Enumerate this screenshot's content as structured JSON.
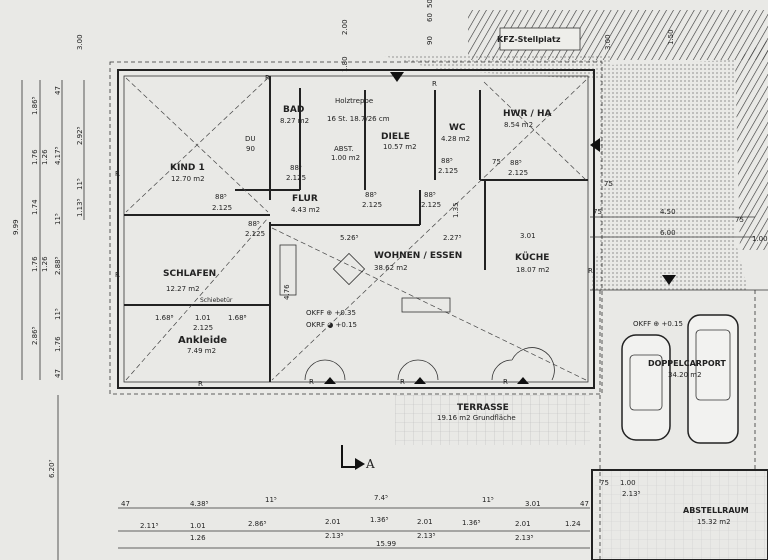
{
  "rooms": {
    "kind1": {
      "name": "KIND 1",
      "area": "12.70 m2"
    },
    "bad": {
      "name": "BAD",
      "area": "8.27 m2"
    },
    "du": {
      "name": "DU",
      "size": "90"
    },
    "treppe": {
      "name": "Holztreppe",
      "spec": "16 St. 18.7/26 cm"
    },
    "abst": {
      "name": "ABST.",
      "area": "1.00 m2"
    },
    "diele": {
      "name": "DIELE",
      "area": "10.57 m2"
    },
    "wc": {
      "name": "WC",
      "area": "4.28 m2"
    },
    "hwr": {
      "name": "HWR / HA",
      "area": "8.54 m2"
    },
    "flur": {
      "name": "FLUR",
      "area": "4.43 m2"
    },
    "schlafen": {
      "name": "SCHLAFEN",
      "area": "12.27 m2"
    },
    "wohnen": {
      "name": "WOHNEN / ESSEN",
      "area": "38.62 m2"
    },
    "kueche": {
      "name": "KÜCHE",
      "area": "18.07 m2"
    },
    "ankleide": {
      "name": "Ankleide",
      "area": "7.49 m2",
      "note": "Schiebetür"
    },
    "terrasse": {
      "name": "TERRASSE",
      "area": "19.16 m2 Grundfläche"
    },
    "carport": {
      "name": "DOPPELCARPORT",
      "area": "34.20 m2"
    },
    "abstellraum": {
      "name": "ABSTELLRAUM",
      "area": "15.32 m2"
    },
    "kfz": {
      "name": "KFZ-Stellplatz"
    }
  },
  "levels": {
    "okff": "OKFF ⊕ +0.35",
    "okrf": "OKRF ◕ +0.15",
    "carport_okff": "OKFF ⊕ +0.15"
  },
  "section_marker": "A",
  "radiator": "R",
  "doors": {
    "width": "88⁵",
    "height": "2.125",
    "carport_door_w": "1.00",
    "carport_door_h": "2.13⁵"
  },
  "dimensions": {
    "bottom_row1": [
      "47",
      "4.38⁵",
      "11⁵",
      "7.4⁵",
      "11⁵",
      "3.01",
      "47"
    ],
    "bottom_row2": [
      "2.11⁵",
      "1.01",
      "2.86⁵",
      "2.01",
      "1.36⁵",
      "2.01",
      "1.36⁵",
      "2.01",
      "1.24"
    ],
    "bottom_row2_below": [
      "1.26",
      "2.13⁵",
      "2.13⁵",
      "2.13⁵"
    ],
    "bottom_total": "15.99",
    "left_total": "9.99",
    "left_col2": [
      "1.86⁵",
      "1.76",
      "1.74",
      "1.76",
      "2.86⁵"
    ],
    "left_col2b": [
      "1.26",
      "1.26"
    ],
    "left_col3": [
      "47",
      "4.17⁵",
      "11⁵",
      "2.88⁵",
      "11⁵",
      "1.76",
      "47"
    ],
    "left_col4": [
      "2.92⁵",
      "11⁵",
      "1.13⁵"
    ],
    "left_lower": "6.20⁷",
    "top": [
      "3.00",
      "2.00",
      "50",
      "60",
      "90",
      "1.80",
      "3.00",
      "1.50"
    ],
    "inner": [
      "5.26⁵",
      "2.27⁵",
      "3.01",
      "1.35",
      "4.76",
      "75",
      "75"
    ],
    "ankleide": [
      "1.68⁸",
      "1.01",
      "1.68⁸",
      "2.125"
    ],
    "carport": [
      "75",
      "4.50",
      "75",
      "6.00",
      "1.00"
    ],
    "abstell_door": "75"
  }
}
